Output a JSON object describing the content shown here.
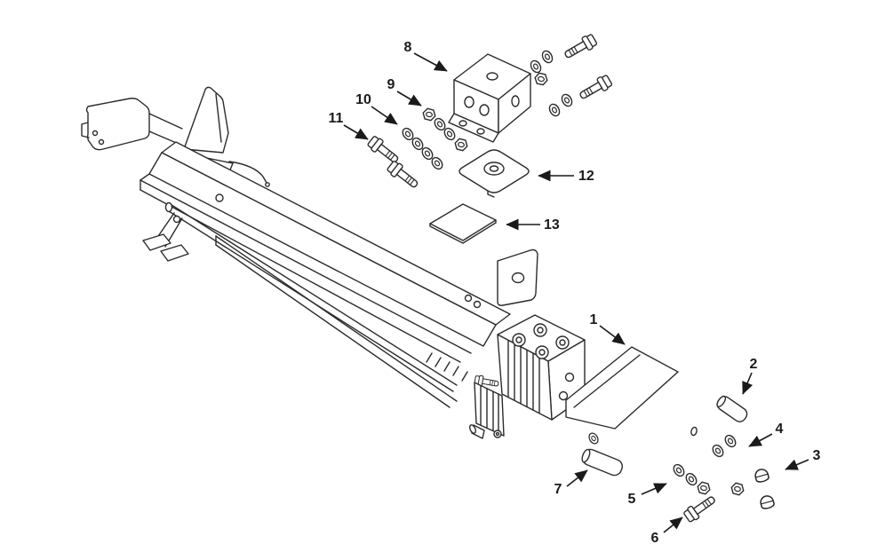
{
  "diagram": {
    "background": "#ffffff",
    "line_color": "#2b2b2b",
    "callout_color": "#1a1a1a"
  },
  "callouts": {
    "c1": {
      "label": "1"
    },
    "c2": {
      "label": "2"
    },
    "c3": {
      "label": "3"
    },
    "c4": {
      "label": "4"
    },
    "c5": {
      "label": "5"
    },
    "c6": {
      "label": "6"
    },
    "c7": {
      "label": "7"
    },
    "c8": {
      "label": "8"
    },
    "c9": {
      "label": "9"
    },
    "c10": {
      "label": "10"
    },
    "c11": {
      "label": "11"
    },
    "c12": {
      "label": "12"
    },
    "c13": {
      "label": "13"
    }
  }
}
